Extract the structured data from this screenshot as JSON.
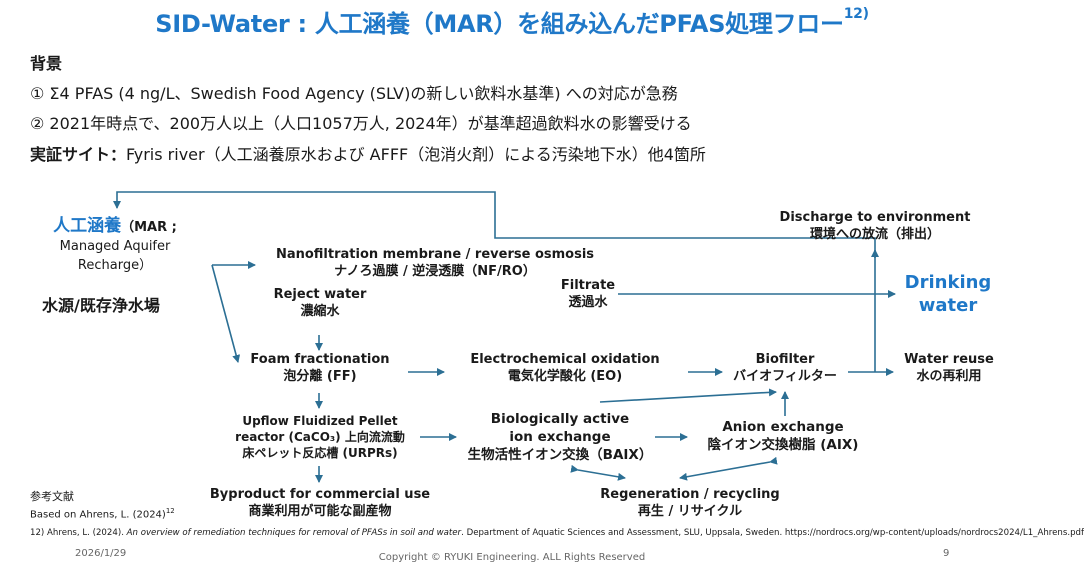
{
  "title": {
    "main": "SID-Water : 人工涵養（MAR）を組み込んだPFAS処理フロー",
    "ref": "12)"
  },
  "background": {
    "heading": "背景",
    "item1": "① Σ4 PFAS (4 ng/L、Swedish Food Agency (SLV)の新しい飲料水基準) への対応が急務",
    "item2": "② 2021年時点で、200万人以上（人口1057万人, 2024年）が基準超過飲料水の影響受ける",
    "site_label": "実証サイト：",
    "site_text": "Fyris river（人工涵養原水および AFFF（泡消火剤）による汚染地下水）他4箇所"
  },
  "nodes": {
    "mar_jp": "人工涵養",
    "mar_en1": "（MAR ;",
    "mar_en2": "Managed Aquifer",
    "mar_en3": "Recharge）",
    "source": "水源/既存浄水場",
    "nf_en": "Nanofiltration membrane / reverse osmosis",
    "nf_jp": "ナノろ過膜 / 逆浸透膜（NF/RO）",
    "reject_en": "Reject water",
    "reject_jp": "濃縮水",
    "filtrate_en": "Filtrate",
    "filtrate_jp": "透過水",
    "discharge_en": "Discharge to environment",
    "discharge_jp": "環境への放流（排出）",
    "drinking1": "Drinking",
    "drinking2": "water",
    "foam_en": "Foam fractionation",
    "foam_jp": "泡分離 (FF)",
    "eo_en": "Electrochemical oxidation",
    "eo_jp": "電気化学酸化 (EO)",
    "bio_en": "Biofilter",
    "bio_jp": "バイオフィルター",
    "reuse_en": "Water reuse",
    "reuse_jp": "水の再利用",
    "urpr1": "Upflow Fluidized Pellet",
    "urpr2": "reactor (CaCO₃) 上向流流動",
    "urpr3": "床ペレット反応槽 (URPRs)",
    "baix1": "Biologically active",
    "baix2": "ion exchange",
    "baix3": "生物活性イオン交換（BAIX）",
    "aix_en": "Anion exchange",
    "aix_jp": "陰イオン交換樹脂 (AIX)",
    "byproduct_en": "Byproduct for commercial use",
    "byproduct_jp": "商業利用が可能な副産物",
    "regen_en": "Regeneration / recycling",
    "regen_jp": "再生 / リサイクル"
  },
  "reference": {
    "label": "参考文献",
    "based": "Based on Ahrens, L. (2024)",
    "based_sup": "12",
    "full_num": "12) Ahrens, L. (2024). ",
    "full_italic": "An overview of remediation techniques for removal of PFASs in soil and water",
    "full_rest": ". Department of Aquatic Sciences and Assessment, SLU, Uppsala, Sweden. https://nordrocs.org/wp-content/uploads/nordrocs2024/L1_Ahrens.pdf"
  },
  "footer": {
    "date": "2026/1/29",
    "copyright": "Copyright © RYUKI Engineering. ALL Rights Reserved",
    "page": "9"
  },
  "colors": {
    "accent": "#1f78c8",
    "arrow": "#2c6f94"
  }
}
